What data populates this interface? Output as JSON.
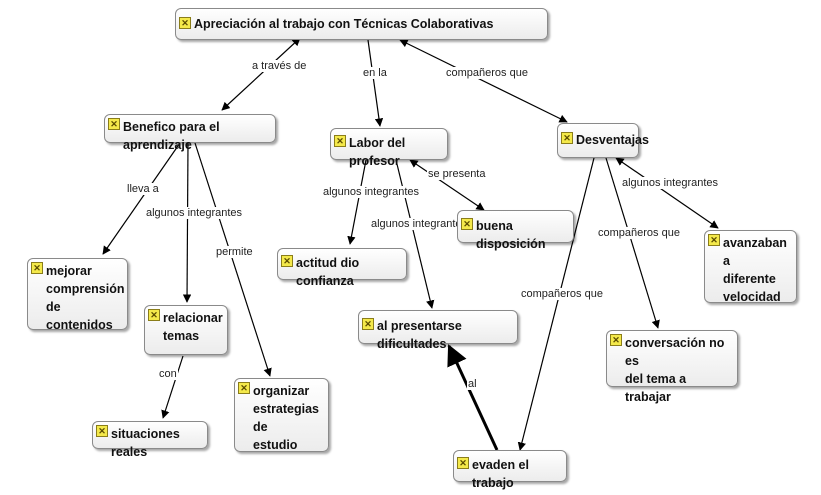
{
  "map": {
    "nodes": {
      "root": "Apreciación al trabajo con Técnicas Colaborativas",
      "beneficio": "Benefico para el aprendizaje",
      "labor": "Labor del profesor",
      "desventajas": "Desventajas",
      "mejorar": "mejorar\ncomprensión\nde contenidos",
      "relacionar": "relacionar\ntemas",
      "situaciones": "situaciones reales",
      "organizar": "organizar\nestrategias de\nestudio",
      "actitud": "actitud dio confianza",
      "buena": "buena disposición",
      "presentarse": "al presentarse dificultades",
      "evaden": "evaden el trabajo",
      "avanzaban": "avanzaban a\ndiferente\nvelocidad",
      "conversacion": "conversación no es\ndel tema a trabajar"
    },
    "links": {
      "a_traves_de": "a través de",
      "en_la": "en la",
      "companeros_que_1": "compañeros que",
      "lleva_a": "lleva a",
      "algunos_integrantes_1": "algunos integrantes",
      "permite": "permite",
      "con": "con",
      "algunos_integrantes_2": "algunos integrantes",
      "se_presenta": "se presenta",
      "algunos_integrantes_3": "algunos integrantes",
      "algunos_integrantes_4": "algunos integrantes",
      "companeros_que_2": "compañeros que",
      "companeros_que_3": "compañeros que",
      "al": "al"
    },
    "icon": "concept-icon",
    "colors": {
      "node_border": "#8a8a8a",
      "line": "#000000",
      "icon": "#f4e94a"
    }
  }
}
